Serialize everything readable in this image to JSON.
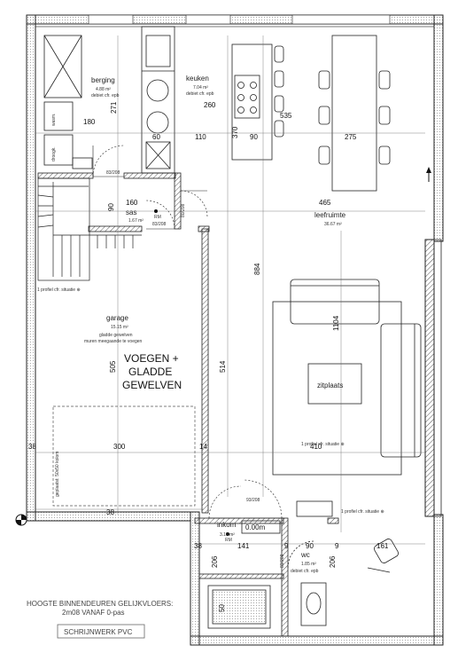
{
  "rooms": {
    "berging": {
      "name": "berging",
      "area": "4.88 m²",
      "note": "debiet cfr. epb"
    },
    "keuken": {
      "name": "keuken",
      "area": "7.04 m²",
      "note": "debiet cfr. epb"
    },
    "sas": {
      "name": "sas",
      "area": "1.67 m²"
    },
    "leefruimte": {
      "name": "leefruimte",
      "area": "36.67 m²"
    },
    "garage": {
      "name": "garage",
      "area": "15.15 m²",
      "note1": "gladde gewelven",
      "note2": "muren meegaande te voegen"
    },
    "inkom": {
      "name": "inkom",
      "area": "3.19 m²"
    },
    "wc": {
      "name": "wc",
      "area": "1.85 m²",
      "note": "debiet cfr. epb"
    }
  },
  "appliances": {
    "washer": "wasm.",
    "dryer": "droogk."
  },
  "garage_callout": {
    "line1": "VOEGEN +",
    "line2": "GLADDE",
    "line3": "GEWELVEN"
  },
  "zitplaats": "zitplaats",
  "level_marker": "0.00m",
  "door_labels": {
    "berging": "83/208",
    "sas": "83/208",
    "inkom": "93/208",
    "wc": "83/208",
    "vertical_sas": "80/208"
  },
  "profiel_notes": {
    "left": "1 profiel cfr. situatie ⊕",
    "bottom": "1 profiel cfr. situatie ⊕",
    "right": "1 profiel cfr. situatie ⊕",
    "bottom_left": "geplaatst: 50x50 kolom"
  },
  "dimensions": {
    "d271": "271",
    "d180": "180",
    "d260": "260",
    "d535": "535",
    "d60": "60",
    "d110": "110",
    "d370": "370",
    "d90a": "90",
    "d275": "275",
    "d160": "160",
    "d90b": "90",
    "d465": "465",
    "d884": "884",
    "d1104": "1104",
    "d505": "505",
    "d514": "514",
    "d38a": "38",
    "d300": "300",
    "d14": "14",
    "d410": "410",
    "d38b": "38",
    "d38c": "38",
    "d141": "141",
    "d9a": "9",
    "d90c": "90",
    "d9b": "9",
    "d161": "161",
    "d206a": "206",
    "d206b": "206",
    "d50": "50"
  },
  "footer": {
    "line1": "HOOGTE BINNENDEUREN GELIJKVLOERS:",
    "line2": "2m08 VANAF 0-pas",
    "line3": "SCHRIJNWERK PVC"
  },
  "hinge_marks": {
    "rm1": "RM",
    "rm2": "RM"
  }
}
